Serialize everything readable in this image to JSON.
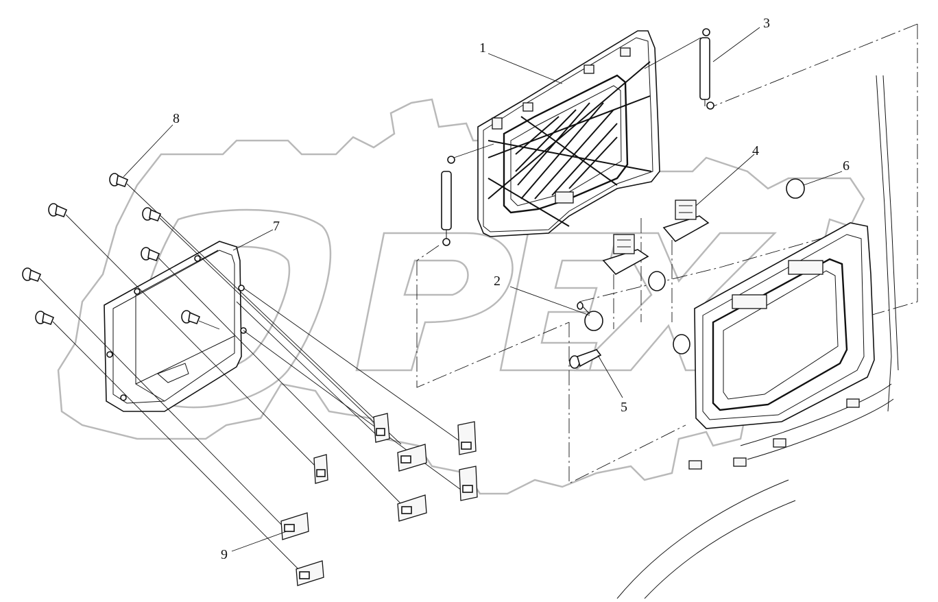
{
  "watermark": {
    "text": "OPEX"
  },
  "callouts": [
    {
      "id": "1",
      "text": "1"
    },
    {
      "id": "2",
      "text": "2"
    },
    {
      "id": "3",
      "text": "3"
    },
    {
      "id": "4",
      "text": "4"
    },
    {
      "id": "5",
      "text": "5"
    },
    {
      "id": "6",
      "text": "6"
    },
    {
      "id": "7",
      "text": "7"
    },
    {
      "id": "8",
      "text": "8"
    },
    {
      "id": "9",
      "text": "9"
    }
  ],
  "corner_mark": "",
  "colors": {
    "line": "#111111",
    "watermark": "#b9b9b9",
    "background": "#ffffff"
  }
}
